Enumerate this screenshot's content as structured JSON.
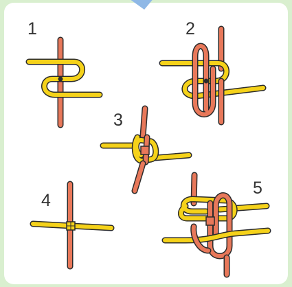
{
  "steps": [
    {
      "label": "1"
    },
    {
      "label": "2"
    },
    {
      "label": "3"
    },
    {
      "label": "4"
    },
    {
      "label": "5"
    }
  ],
  "colors": {
    "background": "#d9efcf",
    "card": "#ffffff",
    "rope_yellow": "#f5d21a",
    "rope_red": "#e8785a",
    "outline": "#2b2b2b",
    "accent_blue": "#8fb8e6"
  }
}
